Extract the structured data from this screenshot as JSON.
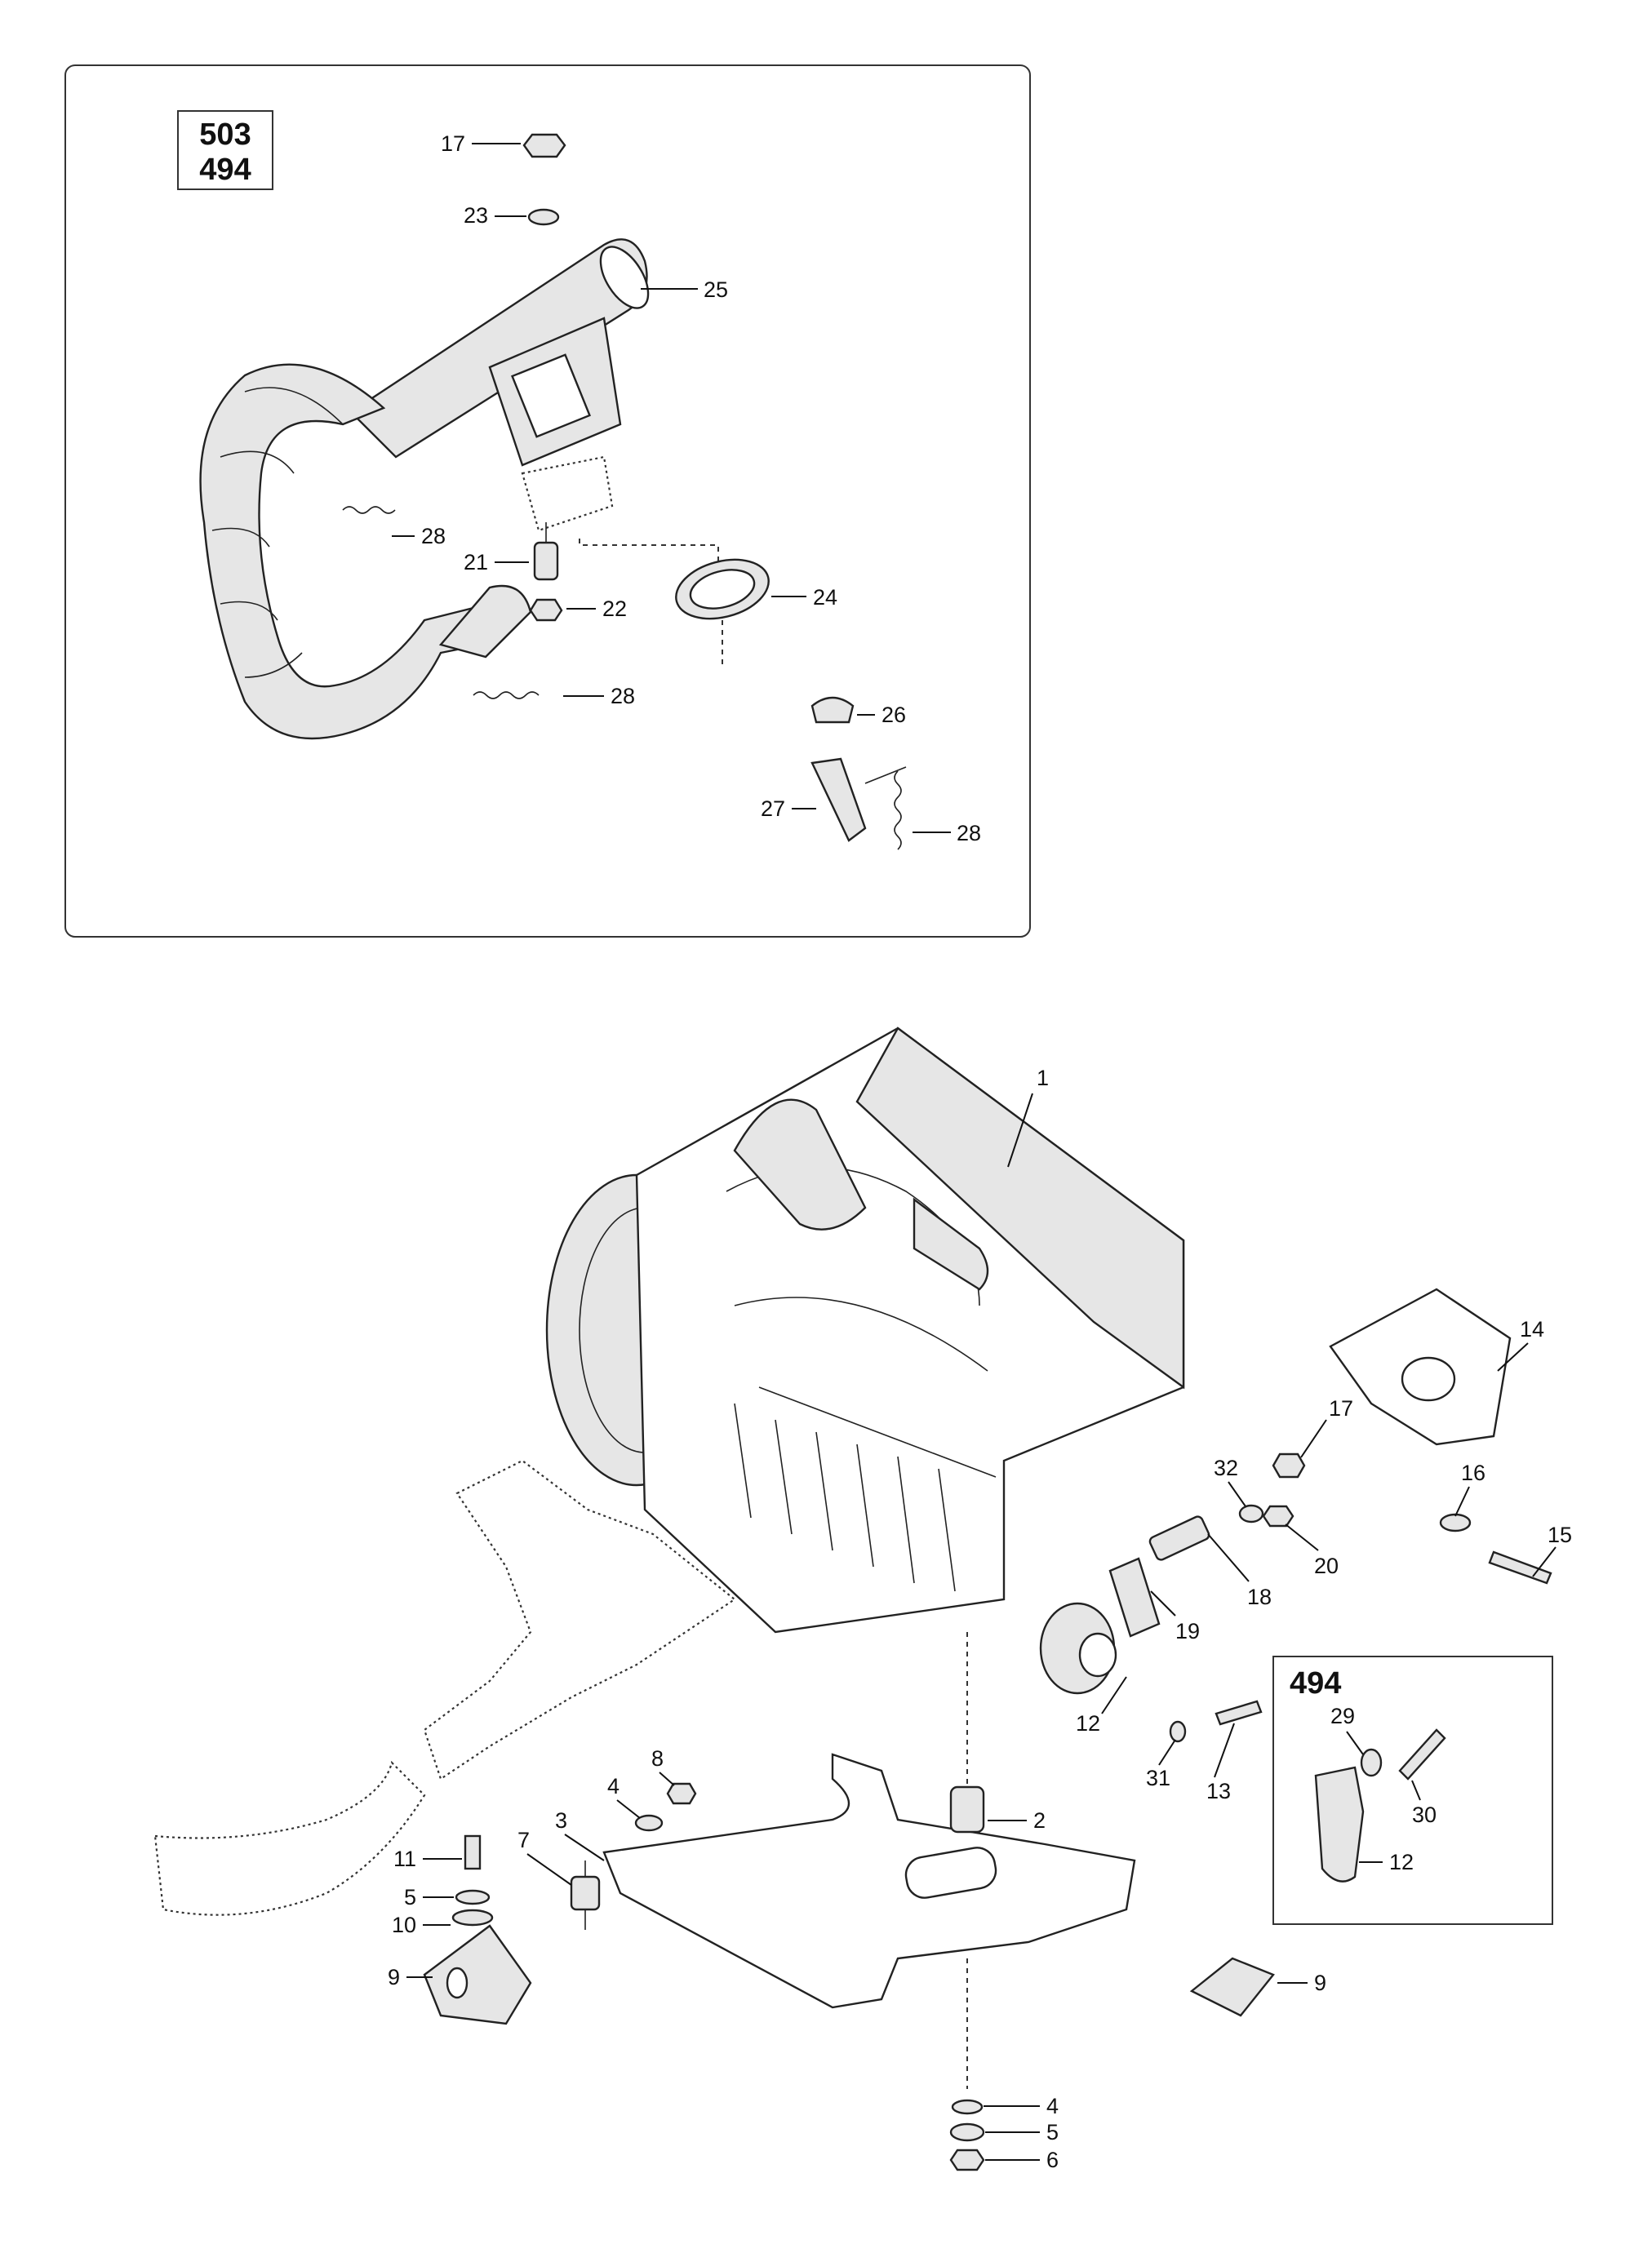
{
  "top_panel": {
    "model_codes": [
      "503",
      "494"
    ],
    "callouts": [
      {
        "id": "17",
        "text": "17"
      },
      {
        "id": "23",
        "text": "23"
      },
      {
        "id": "25",
        "text": "25"
      },
      {
        "id": "28a",
        "text": "28"
      },
      {
        "id": "21",
        "text": "21"
      },
      {
        "id": "22",
        "text": "22"
      },
      {
        "id": "24",
        "text": "24"
      },
      {
        "id": "28b",
        "text": "28"
      },
      {
        "id": "26",
        "text": "26"
      },
      {
        "id": "27",
        "text": "27"
      },
      {
        "id": "28c",
        "text": "28"
      }
    ]
  },
  "main_assembly": {
    "callouts": [
      {
        "id": "1",
        "text": "1"
      },
      {
        "id": "14",
        "text": "14"
      },
      {
        "id": "17",
        "text": "17"
      },
      {
        "id": "32",
        "text": "32"
      },
      {
        "id": "16",
        "text": "16"
      },
      {
        "id": "15",
        "text": "15"
      },
      {
        "id": "20",
        "text": "20"
      },
      {
        "id": "18",
        "text": "18"
      },
      {
        "id": "19",
        "text": "19"
      },
      {
        "id": "12",
        "text": "12"
      },
      {
        "id": "31",
        "text": "31"
      },
      {
        "id": "13",
        "text": "13"
      },
      {
        "id": "8",
        "text": "8"
      },
      {
        "id": "4a",
        "text": "4"
      },
      {
        "id": "3",
        "text": "3"
      },
      {
        "id": "2",
        "text": "2"
      },
      {
        "id": "7",
        "text": "7"
      },
      {
        "id": "11",
        "text": "11"
      },
      {
        "id": "5a",
        "text": "5"
      },
      {
        "id": "10",
        "text": "10"
      },
      {
        "id": "9a",
        "text": "9"
      },
      {
        "id": "9b",
        "text": "9"
      },
      {
        "id": "4b",
        "text": "4"
      },
      {
        "id": "5b",
        "text": "5"
      },
      {
        "id": "6",
        "text": "6"
      }
    ]
  },
  "inset_panel": {
    "model_code": "494",
    "callouts": [
      {
        "id": "29",
        "text": "29"
      },
      {
        "id": "30",
        "text": "30"
      },
      {
        "id": "12",
        "text": "12"
      }
    ]
  }
}
